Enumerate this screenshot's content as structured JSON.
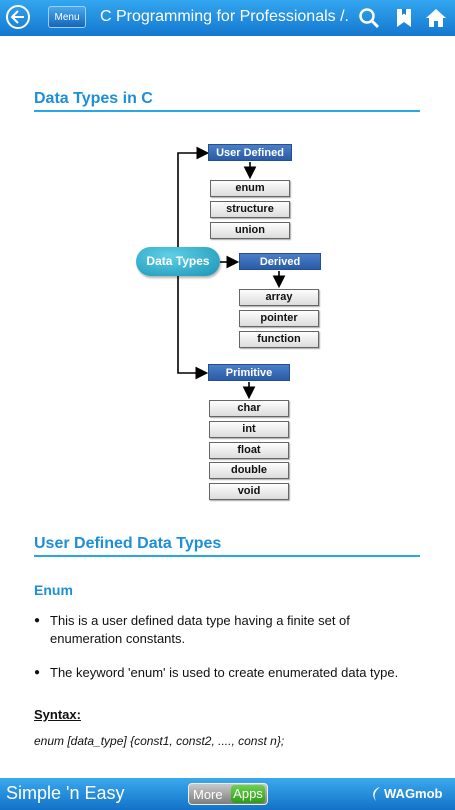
{
  "header": {
    "menu_label": "Menu",
    "title": "C Programming for Professionals /..."
  },
  "section1": {
    "title": "Data Types in C"
  },
  "diagram": {
    "root": "Data Types",
    "user_defined": {
      "label": "User Defined",
      "items": [
        "enum",
        "structure",
        "union"
      ]
    },
    "derived": {
      "label": "Derived",
      "items": [
        "array",
        "pointer",
        "function"
      ]
    },
    "primitive": {
      "label": "Primitive",
      "items": [
        "char",
        "int",
        "float",
        "double",
        "void"
      ]
    }
  },
  "section2": {
    "title": "User Defined Data Types",
    "subtitle": "Enum",
    "bullets": [
      "This is a user defined data type having a finite set of enumeration constants.",
      "The keyword 'enum' is used to create enumerated data type."
    ],
    "syntax_label": "Syntax:",
    "syntax_code": "enum [data_type] {const1, const2, ...., const n};"
  },
  "footer": {
    "title": "Simple 'n Easy",
    "more_label": "More",
    "apps_label": "Apps",
    "brand": "WAGmob"
  },
  "colors": {
    "accent": "#1d8fd8",
    "bar": "#1378cf",
    "header_box": "#2b5ba6",
    "pill": "#1a94b6"
  }
}
